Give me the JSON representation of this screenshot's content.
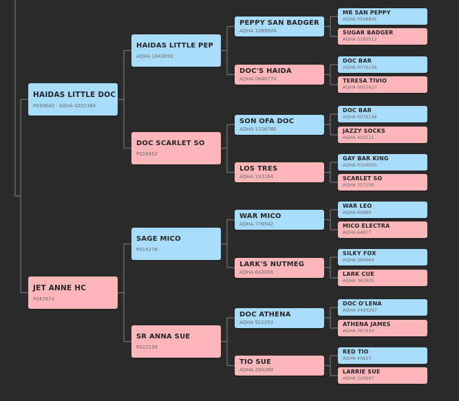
{
  "colors": {
    "background": "#2b2b2b",
    "male": "#a8dcfb",
    "female": "#fdb6b9",
    "connector": "#777777"
  },
  "pedigree": {
    "sire": {
      "name": "HAIDAS LITTLE DOC",
      "reg": "P030640 · AQHA 4202384",
      "sex": "male",
      "sire": {
        "name": "HAIDAS LITTLE PEP",
        "reg": "AQHA 1643650",
        "sex": "male",
        "sire": {
          "name": "PEPPY SAN BADGER",
          "reg": "AQHA 1089924",
          "sex": "male",
          "sire": {
            "name": "MR SAN PEPPY",
            "reg": "AQHA 0548845",
            "sex": "male"
          },
          "dam": {
            "name": "SUGAR BADGER",
            "reg": "AQHA 0183512",
            "sex": "female"
          }
        },
        "dam": {
          "name": "DOC'S HAIDA",
          "reg": "AQHA 0646770",
          "sex": "female",
          "sire": {
            "name": "DOC BAR",
            "reg": "AQHA 0076136",
            "sex": "male"
          },
          "dam": {
            "name": "TERESA TIVIO",
            "reg": "AQHA 0057627",
            "sex": "female"
          }
        }
      },
      "dam": {
        "name": "DOC SCARLET SO",
        "reg": "P028452",
        "sex": "female",
        "sire": {
          "name": "SON OFA DOC",
          "reg": "AQHA 1106780",
          "sex": "male",
          "sire": {
            "name": "DOC BAR",
            "reg": "AQHA 0076136",
            "sex": "male"
          },
          "dam": {
            "name": "JAZZY SOCKS",
            "reg": "AQHA 425515",
            "sex": "female"
          }
        },
        "dam": {
          "name": "LOS TRES",
          "reg": "AQHA 133164",
          "sex": "female",
          "sire": {
            "name": "GAY BAR KING",
            "reg": "AQHA 0104000",
            "sex": "male"
          },
          "dam": {
            "name": "SCARLET SO",
            "reg": "AQHA 157250",
            "sex": "female"
          }
        }
      }
    },
    "dam": {
      "name": "JET ANNE HC",
      "reg": "P047674",
      "sex": "female",
      "sire": {
        "name": "SAGE MICO",
        "reg": "P014276",
        "sex": "male",
        "sire": {
          "name": "WAR MICO",
          "reg": "AQHA 776542",
          "sex": "male",
          "sire": {
            "name": "WAR LEO",
            "reg": "AQHA 60880",
            "sex": "male"
          },
          "dam": {
            "name": "MICO ELECTRA",
            "reg": "AQHA 64877",
            "sex": "female"
          }
        },
        "dam": {
          "name": "LARK'S NUTMEG",
          "reg": "AQHA 643006",
          "sex": "female",
          "sire": {
            "name": "SILKY FOX",
            "reg": "AQHA 360664",
            "sex": "male"
          },
          "dam": {
            "name": "LARK CUE",
            "reg": "AQHA 363925",
            "sex": "female"
          }
        }
      },
      "dam": {
        "name": "SR ANNA SUE",
        "reg": "P022139",
        "sex": "female",
        "sire": {
          "name": "DOC ATHENA",
          "reg": "AQHA 922053",
          "sex": "male",
          "sire": {
            "name": "DOC O'LENA",
            "reg": "AQHA 0493297",
            "sex": "male"
          },
          "dam": {
            "name": "ATHENA JAMES",
            "reg": "AQHA 367934",
            "sex": "female"
          }
        },
        "dam": {
          "name": "TIO SUE",
          "reg": "AQHA 290266",
          "sex": "female",
          "sire": {
            "name": "RED TIO",
            "reg": "AQHA 40657",
            "sex": "male"
          },
          "dam": {
            "name": "LARRIE SUE",
            "reg": "AQHA 120967",
            "sex": "female"
          }
        }
      }
    }
  }
}
